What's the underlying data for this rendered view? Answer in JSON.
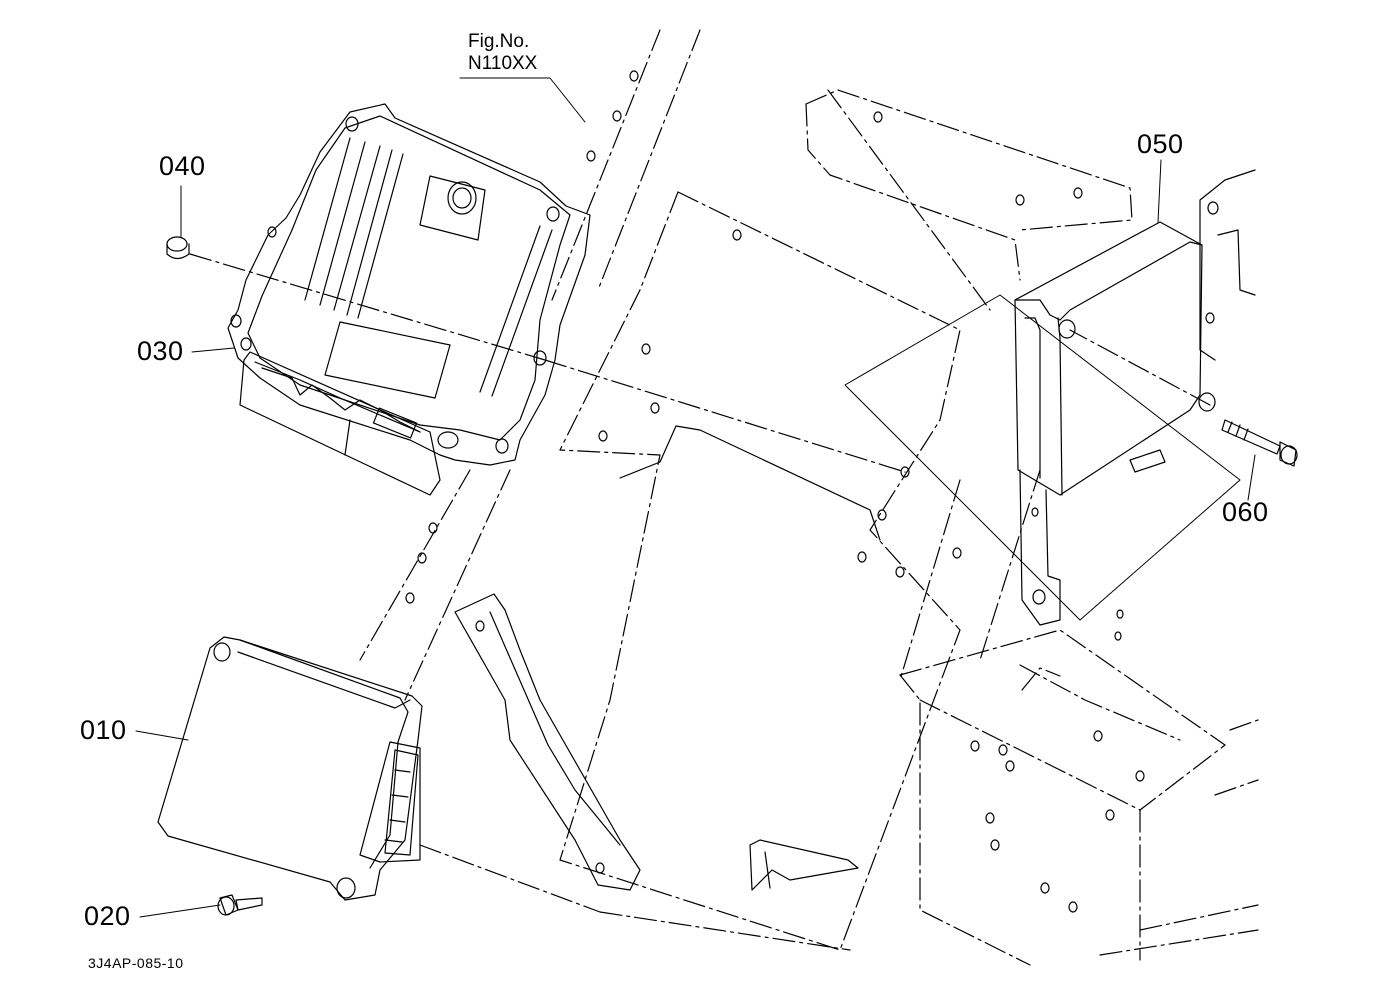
{
  "figure_reference": {
    "line1": "Fig.No.",
    "line2": "N110XX"
  },
  "drawing_number": "3J4AP-085-10",
  "callouts": [
    {
      "id": "040",
      "text": "040"
    },
    {
      "id": "030",
      "text": "030"
    },
    {
      "id": "050",
      "text": "050"
    },
    {
      "id": "060",
      "text": "060"
    },
    {
      "id": "010",
      "text": "010"
    },
    {
      "id": "020",
      "text": "020"
    }
  ],
  "colors": {
    "ink": "#000000",
    "paper": "#ffffff"
  }
}
